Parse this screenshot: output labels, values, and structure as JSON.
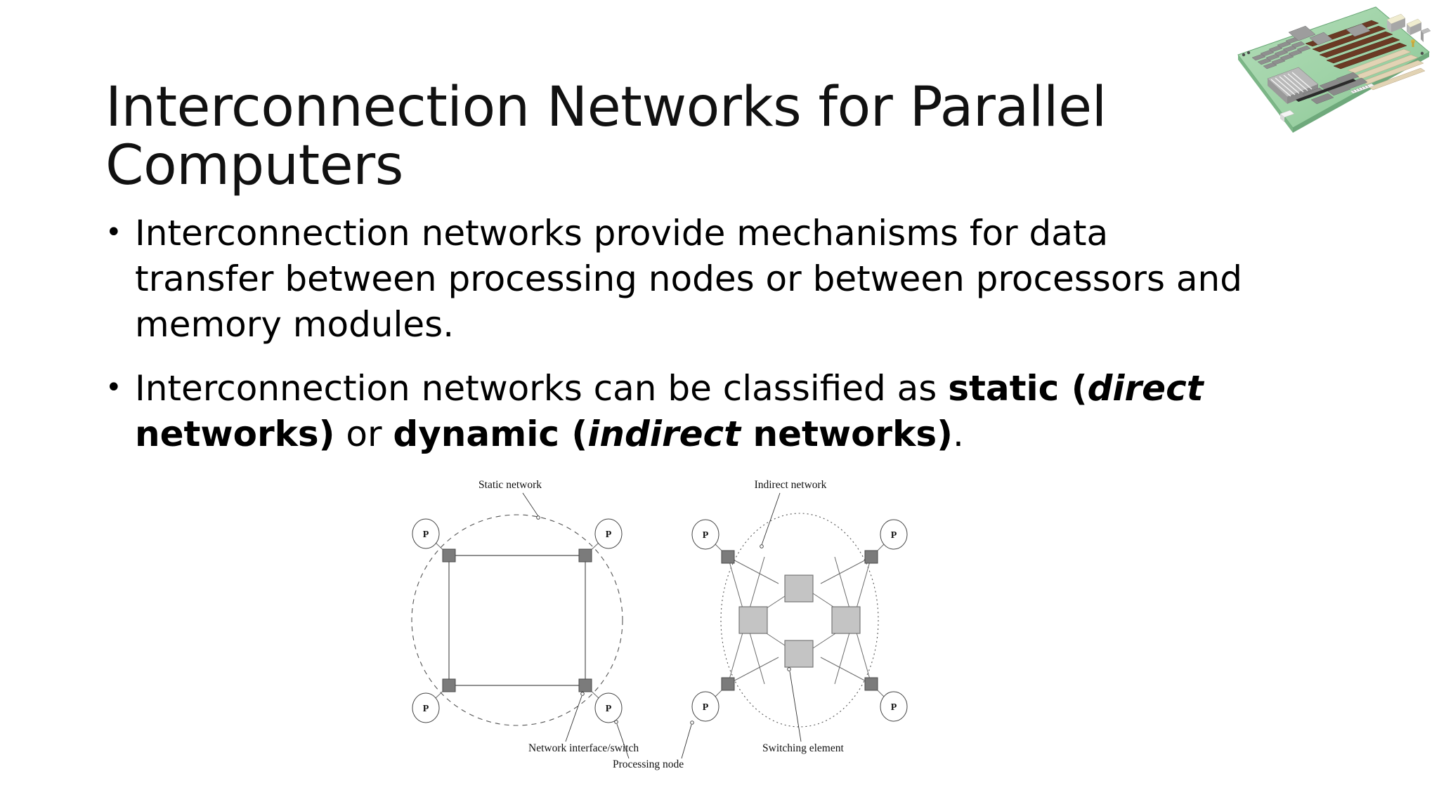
{
  "slide": {
    "title": "Interconnection Networks for Parallel Computers",
    "background_color": "#ffffff",
    "text_color": "#000000"
  },
  "body": {
    "bullets": [
      {
        "runs": [
          {
            "text": "Interconnection networks provide mechanisms for data transfer between processing nodes or between processors and memory modules.",
            "style": "regular"
          }
        ]
      },
      {
        "runs": [
          {
            "text": "Interconnection networks can be classified as ",
            "style": "regular"
          },
          {
            "text": "static (",
            "style": "bold"
          },
          {
            "text": "direct",
            "style": "bold-italic"
          },
          {
            "text": " networks)",
            "style": "bold"
          },
          {
            "text": " or ",
            "style": "regular"
          },
          {
            "text": "dynamic (",
            "style": "bold"
          },
          {
            "text": "indirect",
            "style": "bold-italic"
          },
          {
            "text": " networks)",
            "style": "bold"
          },
          {
            "text": ".",
            "style": "regular"
          }
        ]
      }
    ]
  },
  "decoration": {
    "board_image_alt": "circuit-board-motherboard-illustration",
    "board_colors": {
      "pcb_green": "#9fd4a8",
      "pcb_green_dark": "#7ab98a",
      "chip_gray": "#9a9a9a",
      "chip_dark": "#5f5f5f",
      "slot_brown": "#6b3a24",
      "slot_tan": "#e2d3b4",
      "edge_shadow": "#cfcfcf"
    }
  },
  "diagram": {
    "title_labels": {
      "static_network": "Static network",
      "indirect_network": "Indirect network"
    },
    "callouts": {
      "network_interface": "Network interface/switch",
      "processing_node": "Processing node",
      "switching_element": "Switching element"
    },
    "node_label": "P",
    "colors": {
      "network_interface_fill": "#7b7b7b",
      "switching_element_fill": "#c4c4c4",
      "link_stroke": "#6b6b6b",
      "boundary_stroke": "#555555",
      "node_circle_fill": "#ffffff"
    },
    "static_network": {
      "processor_count": 4,
      "interface_count": 4,
      "topology": "2x2 mesh / ring of four interfaces",
      "boundary_style": "dashed-ellipse"
    },
    "indirect_network": {
      "processor_count": 4,
      "interface_count": 4,
      "switching_element_count": 4,
      "topology": "four switching elements in a diamond, each processor interface cross-linked",
      "boundary_style": "dotted-ellipse"
    }
  }
}
